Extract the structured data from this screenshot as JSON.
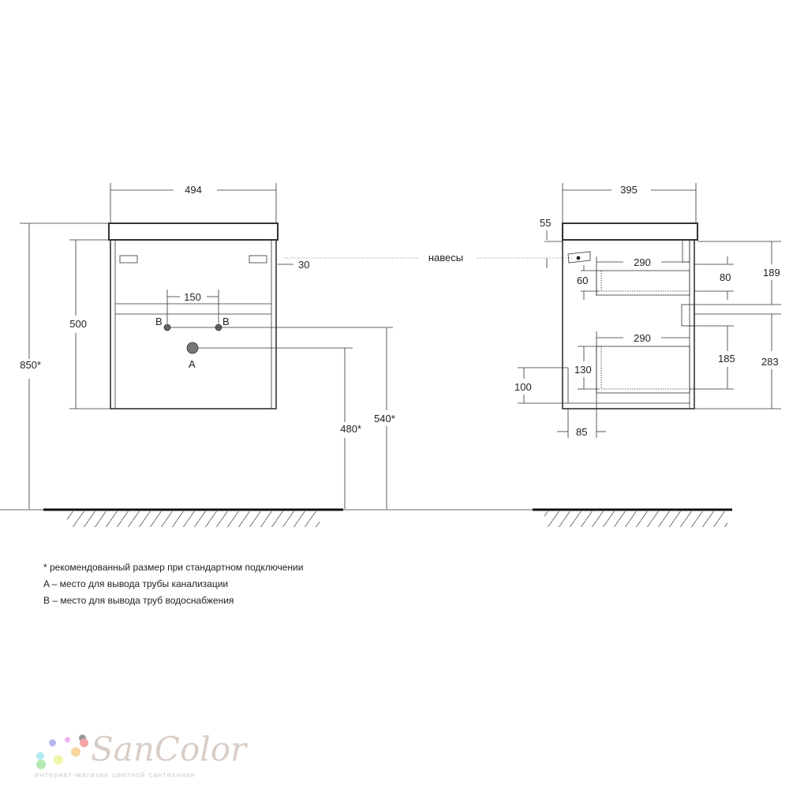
{
  "front_view": {
    "width": "494",
    "hinge_offset": "30",
    "pipe_spacing": "150",
    "body_height": "500",
    "total_height": "850*",
    "drain_height": "480*",
    "supply_height": "540*",
    "label_b_left": "B",
    "label_b_right": "B",
    "label_a": "A"
  },
  "hinges_label": "навесы",
  "side_view": {
    "depth": "395",
    "top_thickness": "55",
    "drawer_top_depth": "290",
    "drawer_bottom_depth": "290",
    "dim_60": "60",
    "dim_80": "80",
    "dim_189": "189",
    "dim_185": "185",
    "dim_283": "283",
    "dim_130": "130",
    "dim_100": "100",
    "dim_85": "85"
  },
  "notes": [
    "* рекомендованный размер при стандартном подключении",
    "A – место для вывода трубы канализации",
    "B – место для вывода труб водоснабжения"
  ],
  "logo": {
    "name": "SanColor",
    "tagline": "интернет-магазин цветной сантехники"
  }
}
